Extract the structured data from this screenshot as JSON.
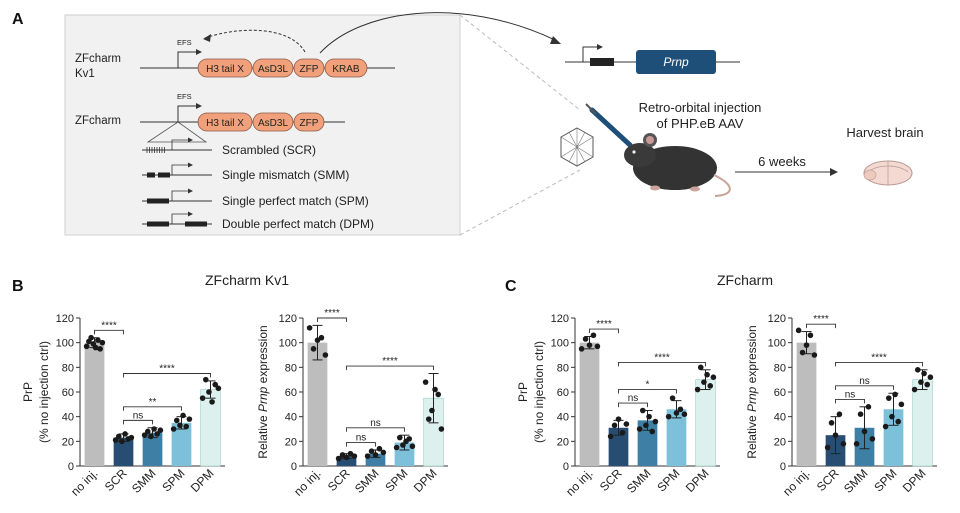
{
  "panel_letters": {
    "a": "A",
    "b": "B",
    "c": "C"
  },
  "schematic": {
    "kv1_label": "ZFcharm Kv1",
    "zf_label": "ZFcharm",
    "promoter": "EFS",
    "domains_kv1": [
      "H3 tail X",
      "AsD3L",
      "ZFP",
      "KRAB"
    ],
    "domains_zf": [
      "H3 tail X",
      "AsD3L",
      "ZFP"
    ],
    "targets": [
      "Scrambled (SCR)",
      "Single mismatch (SMM)",
      "Single perfect match (SPM)",
      "Double perfect match (DPM)"
    ],
    "gene": "Prnp",
    "injection": "Retro-orbital injection of PHP.eB AAV",
    "duration": "6 weeks",
    "harvest": "Harvest brain"
  },
  "group_titles": {
    "b": "ZFcharm Kv1",
    "c": "ZFcharm"
  },
  "colors": {
    "no_inj": "#bdbdbd",
    "SCR": "#274e72",
    "SMM": "#3e7fa6",
    "SPM": "#7cc0da",
    "DPM": "#dcf0ee",
    "construct": "#f0a07a",
    "gene_box": "#1e4f79"
  },
  "chart_data": [
    {
      "type": "bar",
      "panel": "B-left",
      "categories": [
        "no inj.",
        "SCR",
        "SMM",
        "SPM",
        "DPM"
      ],
      "values": [
        100,
        23,
        27,
        35,
        62
      ],
      "errors": [
        4,
        3,
        4,
        5,
        7
      ],
      "points": [
        [
          97,
          101,
          104,
          99,
          96,
          102,
          95,
          100
        ],
        [
          21,
          24,
          20,
          26,
          22,
          23
        ],
        [
          25,
          28,
          24,
          30,
          26,
          29
        ],
        [
          30,
          37,
          33,
          41,
          32,
          38
        ],
        [
          55,
          70,
          60,
          52,
          66,
          63
        ]
      ],
      "ylabel": [
        "PrP",
        "(% no injection ctrl)"
      ],
      "ylim": [
        0,
        120
      ],
      "yticks": [
        0,
        20,
        40,
        60,
        80,
        100,
        120
      ],
      "brackets": [
        {
          "from": 0,
          "to": 1,
          "label": "****"
        },
        {
          "from": 1,
          "to": 2,
          "label": "ns"
        },
        {
          "from": 1,
          "to": 3,
          "label": "**"
        },
        {
          "from": 1,
          "to": 4,
          "label": "****"
        }
      ]
    },
    {
      "type": "bar",
      "panel": "B-right",
      "categories": [
        "no inj.",
        "SCR",
        "SMM",
        "SPM",
        "DPM"
      ],
      "values": [
        100,
        8,
        10,
        19,
        55
      ],
      "errors": [
        14,
        2,
        3,
        6,
        20
      ],
      "points": [
        [
          112,
          95,
          102,
          104,
          90
        ],
        [
          6,
          9,
          7,
          10,
          8
        ],
        [
          8,
          12,
          9,
          14,
          11
        ],
        [
          15,
          23,
          17,
          20,
          22,
          16
        ],
        [
          68,
          38,
          45,
          62,
          58,
          30
        ]
      ],
      "ylabel": [
        "Relative Prnp expression"
      ],
      "ylim": [
        0,
        120
      ],
      "yticks": [
        0,
        20,
        40,
        60,
        80,
        100,
        120
      ],
      "brackets": [
        {
          "from": 0,
          "to": 1,
          "label": "****"
        },
        {
          "from": 1,
          "to": 2,
          "label": "ns"
        },
        {
          "from": 1,
          "to": 3,
          "label": "ns"
        },
        {
          "from": 1,
          "to": 4,
          "label": "****"
        }
      ]
    },
    {
      "type": "bar",
      "panel": "C-left",
      "categories": [
        "no inj.",
        "SCR",
        "SMM",
        "SPM",
        "DPM"
      ],
      "values": [
        100,
        31,
        37,
        46,
        70
      ],
      "errors": [
        5,
        6,
        8,
        7,
        8
      ],
      "points": [
        [
          95,
          103,
          98,
          106,
          97
        ],
        [
          24,
          33,
          38,
          27,
          34
        ],
        [
          30,
          45,
          33,
          40,
          28,
          36
        ],
        [
          40,
          55,
          43,
          46,
          42
        ],
        [
          62,
          80,
          68,
          74,
          65,
          72
        ]
      ],
      "ylabel": [
        "PrP",
        "(% no injection ctrl)"
      ],
      "ylim": [
        0,
        120
      ],
      "yticks": [
        0,
        20,
        40,
        60,
        80,
        100,
        120
      ],
      "brackets": [
        {
          "from": 0,
          "to": 1,
          "label": "****"
        },
        {
          "from": 1,
          "to": 2,
          "label": "ns"
        },
        {
          "from": 1,
          "to": 3,
          "label": "*"
        },
        {
          "from": 1,
          "to": 4,
          "label": "****"
        }
      ]
    },
    {
      "type": "bar",
      "panel": "C-right",
      "categories": [
        "no inj.",
        "SCR",
        "SMM",
        "SPM",
        "DPM"
      ],
      "values": [
        100,
        25,
        31,
        46,
        70
      ],
      "errors": [
        9,
        15,
        17,
        13,
        8
      ],
      "points": [
        [
          110,
          92,
          98,
          106,
          90
        ],
        [
          15,
          35,
          25,
          42,
          18
        ],
        [
          18,
          42,
          28,
          48,
          22
        ],
        [
          32,
          55,
          40,
          58,
          36,
          50
        ],
        [
          62,
          78,
          68,
          75,
          66,
          72
        ]
      ],
      "ylabel": [
        "Relative Prnp expression"
      ],
      "ylim": [
        0,
        120
      ],
      "yticks": [
        0,
        20,
        40,
        60,
        80,
        100,
        120
      ],
      "brackets": [
        {
          "from": 0,
          "to": 1,
          "label": "****"
        },
        {
          "from": 1,
          "to": 2,
          "label": "ns"
        },
        {
          "from": 1,
          "to": 3,
          "label": "ns"
        },
        {
          "from": 1,
          "to": 4,
          "label": "****"
        }
      ]
    }
  ]
}
